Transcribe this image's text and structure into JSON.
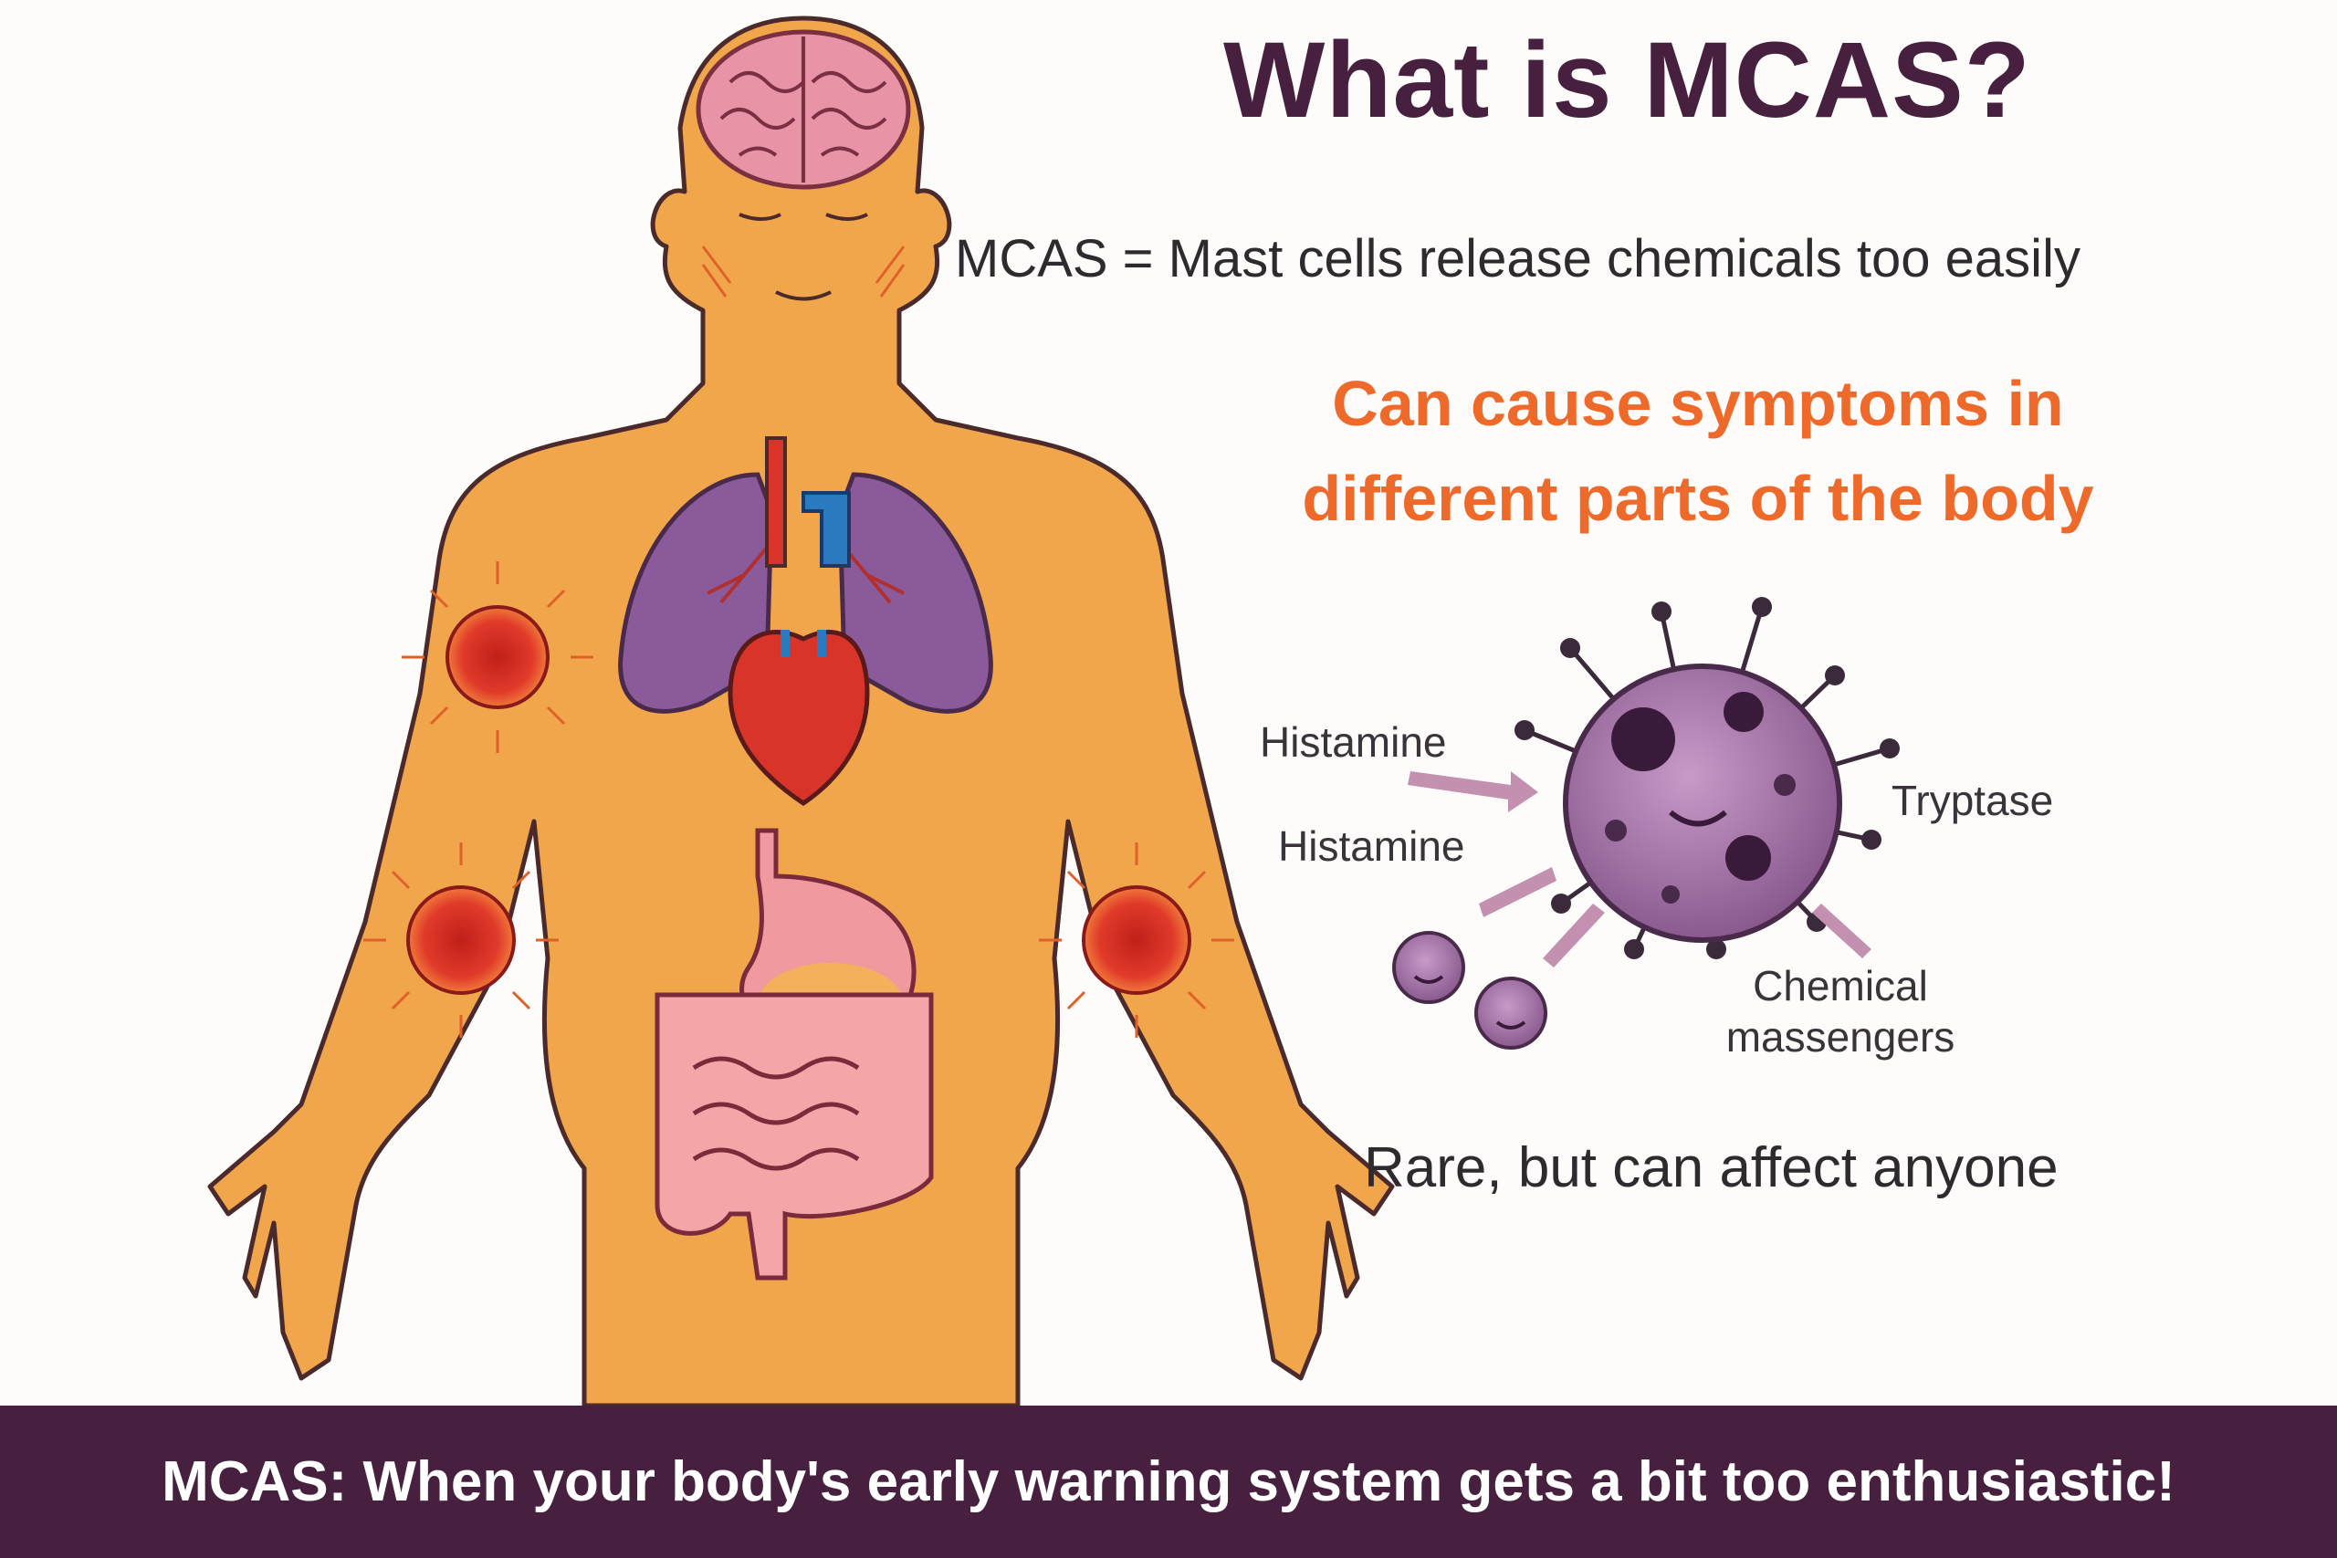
{
  "header": {
    "title": "What is MCAS?",
    "definition": "MCAS = Mast cells release chemicals too easily",
    "highlight": "Can cause symptoms in different parts of the body"
  },
  "mast_cell_labels": {
    "histamine_1": "Histamine",
    "histamine_2": "Histamine",
    "tryptase": "Tryptase",
    "chemical": "Chemical massengers"
  },
  "note": "Rare, but can affect anyone",
  "footer": {
    "text": "MCAS: When your body's early warning system gets a bit too enthusiastic!"
  },
  "colors": {
    "title": "#47203f",
    "highlight": "#ee6a2b",
    "footer_bg": "#47203f",
    "skin": "#f2a64c",
    "mast_cell": "#9b6a9e",
    "inflammation": "#e03a2a"
  },
  "icons": [
    "brain-icon",
    "lungs-icon",
    "heart-icon",
    "stomach-icon",
    "intestines-icon",
    "mast-cell-icon",
    "inflammation-icon"
  ]
}
